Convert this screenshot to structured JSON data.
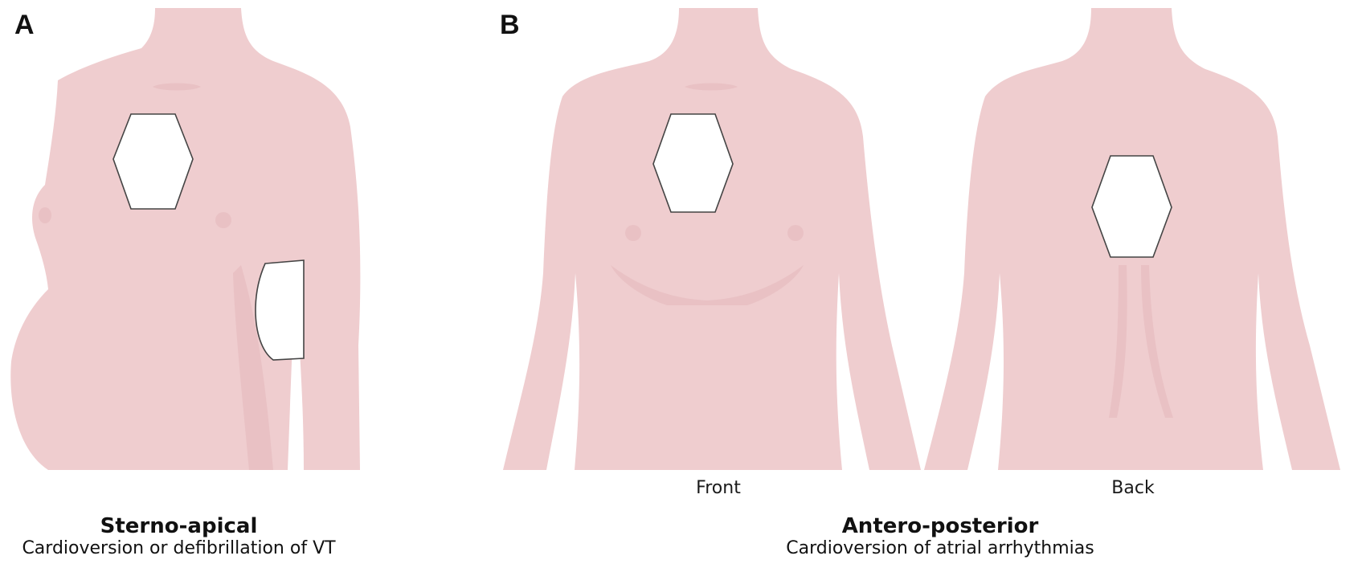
{
  "panels": {
    "a": {
      "letter": "A",
      "title": "Sterno-apical",
      "subtitle": "Cardioversion or defibrillation of VT"
    },
    "b": {
      "letter": "B",
      "title": "Antero-posterior",
      "subtitle": "Cardioversion of atrial arrhythmias",
      "views": {
        "front": "Front",
        "back": "Back"
      }
    }
  },
  "colors": {
    "skin": "#efcdcf",
    "skin_shade": "#e4b8bb",
    "pad": "#ffffff",
    "pad_outline": "#444444"
  }
}
